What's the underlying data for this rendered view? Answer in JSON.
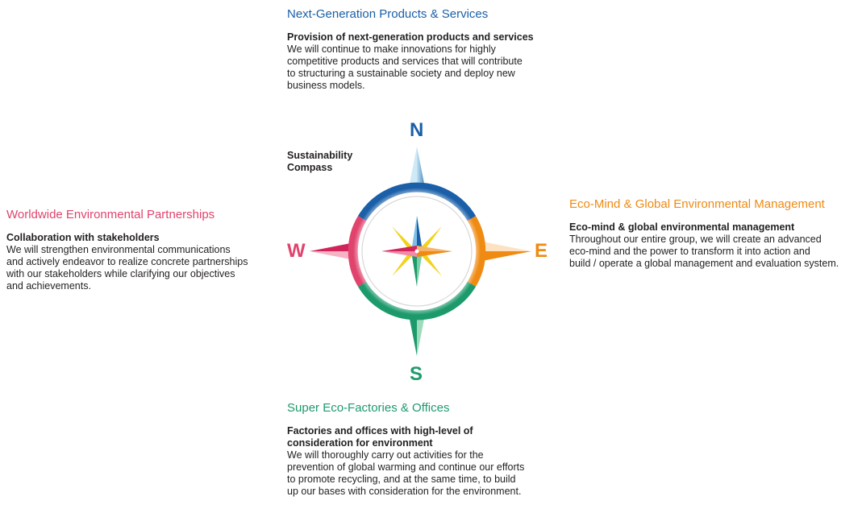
{
  "north": {
    "heading": "Next-Generation Products & Services",
    "subheading": "Provision of next-generation products and services",
    "body_lines": [
      "We will continue to make innovations for highly",
      "competitive products and services that will contribute",
      "to structuring a sustainable society and deploy new",
      "business models."
    ]
  },
  "west": {
    "heading": "Worldwide Environmental Partnerships",
    "subheading": "Collaboration with stakeholders",
    "body_lines": [
      "We will strengthen environmental communications",
      "and actively endeavor to realize concrete partnerships",
      "with our stakeholders while clarifying our objectives",
      "and achievements."
    ]
  },
  "east": {
    "heading": "Eco-Mind & Global Environmental Management",
    "subheading": "Eco-mind & global environmental management",
    "body_lines": [
      "Throughout our entire group, we will create an advanced",
      "eco-mind and the power to transform it into action and",
      "build / operate a global management and evaluation system."
    ]
  },
  "south": {
    "heading": "Super Eco-Factories & Offices",
    "subheading_lines": [
      "Factories and offices with high-level of",
      "consideration for environment"
    ],
    "body_lines": [
      "We will thoroughly carry out activities for the",
      "prevention of global warming and continue our efforts",
      "to promote recycling, and at the same time, to build",
      "up our bases with consideration for the environment."
    ]
  },
  "compass": {
    "label_lines": [
      "Sustainability",
      "Compass"
    ],
    "letters": {
      "n": "N",
      "e": "E",
      "s": "S",
      "w": "W"
    }
  },
  "colors": {
    "north": "#1a5fa8",
    "east": "#ef8a12",
    "south": "#1d9a6c",
    "west": "#e0446d",
    "text": "#231f20"
  }
}
